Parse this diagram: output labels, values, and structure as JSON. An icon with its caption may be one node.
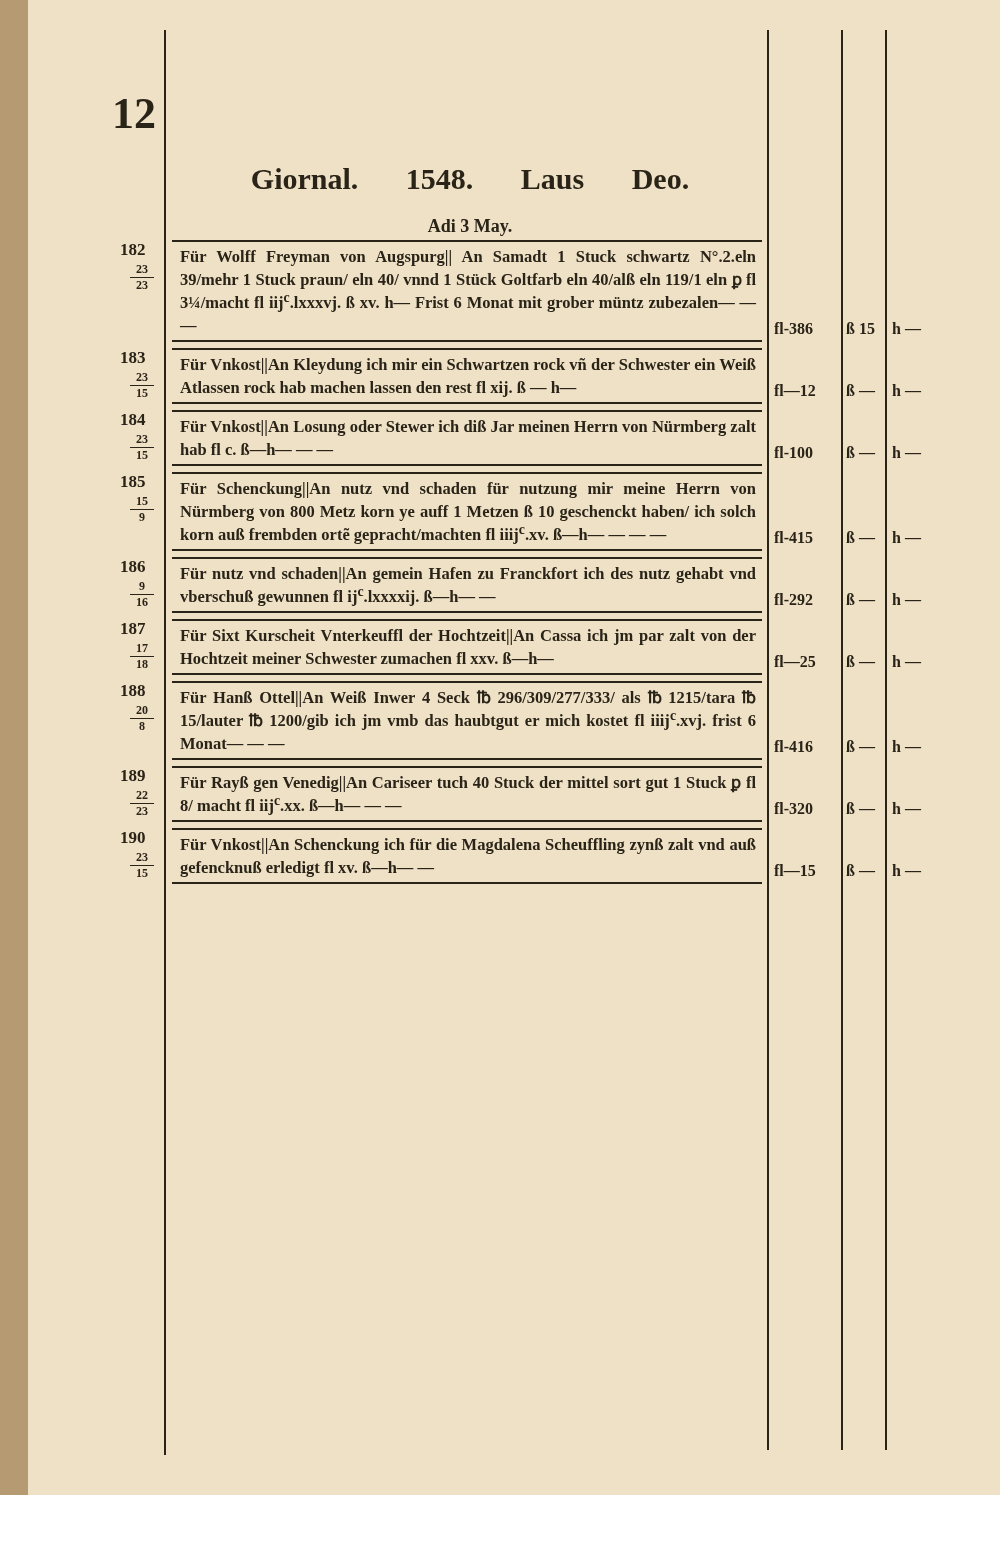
{
  "diagram": {
    "title": "Giornal. 1548. Laus Deo.",
    "labels": [
      "12",
      "Adi 3 May."
    ],
    "nodes": [
      {
        "text": [
          "Für Wolff Freyman von Augspurg|| An Samadt 1 Stuck schwartz N°.2.eln 39/mehr 1 Stuck praun/ eln 40/ vnnd 1 Stück Goltfarb eln 40/alß eln 119/1 eln ꝑ fl 3¼/macht fl iij$^{c}$.lxxxvj. ß xv. h— Frist 6 Monat mit grober müntz zubezalen— — —"
        ],
        "beside": [
          "182",
          "23",
          "23",
          "fl-386",
          "ß 15",
          "h —"
        ]
      },
      {
        "text": [
          "Für Vnkost||An Kleydung ich mir ein Schwartzen rock vñ der Schwester ein Weiß Atlassen rock hab machen lassen den rest fl xij. ß — h—"
        ],
        "beside": [
          "183",
          "23",
          "15",
          "fl—12",
          "ß —",
          "h —"
        ]
      },
      {
        "text": [
          "Für Vnkost||An Losung oder Stewer ich diß Jar meinen Herrn von Nürmberg zalt hab fl c. ß—h— — —"
        ],
        "beside": [
          "184",
          "23",
          "15",
          "fl-100",
          "ß —",
          "h —"
        ]
      },
      {
        "text": [
          "Für Schenckung||An nutz vnd schaden für nutzung mir meine Herrn von Nürmberg von 800 Metz korn ye auff 1 Metzen ß 10 geschenckt haben/ ich solch korn auß frembden ortẽ gepracht/machten fl iiij$^{c}$.xv. ß—h— — — —"
        ],
        "beside": [
          "185",
          "15",
          "9",
          "fl-415",
          "ß —",
          "h —"
        ]
      },
      {
        "text": [
          "Für nutz vnd schaden||An gemein Hafen zu Franckfort ich des nutz gehabt vnd vberschuß gewunnen fl ij$^{c}$.lxxxxij. ß—h— —"
        ],
        "beside": [
          "186",
          "9",
          "16",
          "fl-292",
          "ß —",
          "h —"
        ]
      },
      {
        "text": [
          "Für Sixt Kurscheit Vnterkeuffl der Hochtzeit||An Cassa ich jm par zalt von der Hochtzeit meiner Schwester zumachen fl xxv. ß—h—"
        ],
        "beside": [
          "187",
          "17",
          "18",
          "fl—25",
          "ß —",
          "h —"
        ]
      },
      {
        "text": [
          "Für Hanß Ottel||An Weiß Inwer 4 Seck ℔ 296/309/277/333/ als ℔ 1215/tara ℔ 15/lauter ℔ 1200/gib ich jm vmb das haubtgut er mich kostet fl iiij$^{c}$.xvj. frist 6 Monat— — —"
        ],
        "beside": [
          "188",
          "20",
          "8",
          "fl-416",
          "ß —",
          "h —"
        ]
      },
      {
        "text": [
          "Für Rayß gen Venedig||An Cariseer tuch 40 Stuck der mittel sort gut 1 Stuck ꝑ fl 8/ macht fl iij$^{c}$.xx. ß—h— — —"
        ],
        "beside": [
          "189",
          "22",
          "23",
          "fl-320",
          "ß —",
          "h —"
        ]
      },
      {
        "text": [
          "Für Vnkost||An Schenckung ich für die Magdalena Scheuffling zynß zalt vnd auß gefencknuß erledigt fl xv. ß—h— —"
        ],
        "beside": [
          "190",
          "23",
          "15",
          "fl—15",
          "ß —",
          "h —"
        ]
      }
    ]
  }
}
